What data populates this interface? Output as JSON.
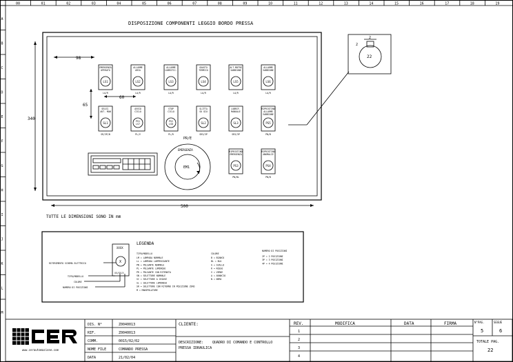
{
  "title": "DISPOSIZIONE COMPONENTI LEGGIO BORDO PRESSA",
  "column_ruler": [
    "00",
    "01",
    "02",
    "03",
    "04",
    "05",
    "06",
    "07",
    "08",
    "09",
    "10",
    "11",
    "12",
    "13",
    "14",
    "15",
    "16",
    "17",
    "18",
    "19"
  ],
  "row_ruler": [
    "A",
    "B",
    "C",
    "D",
    "E",
    "F",
    "G",
    "H",
    "I",
    "J",
    "K",
    "L",
    "M"
  ],
  "dimensions": {
    "width": "500",
    "height": "340",
    "left_offset": "98",
    "col_pitch": "60",
    "row_pitch": "65",
    "detail_a": "2",
    "detail_b": "2",
    "detail_dia": "22"
  },
  "note_units": "TUTTE LE DIMENSIONI SONO IN mm",
  "row1": [
    {
      "label": [
        "EMERGENZA",
        "OPERATO"
      ],
      "code": "LS1",
      "tag": "LA/R"
    },
    {
      "label": [
        "ALLARME",
        "ARIA"
      ],
      "code": "LS2",
      "tag": "LA/R"
    },
    {
      "label": [
        "ALLARME",
        "LUBRIFIC."
      ],
      "code": "LS3",
      "tag": "LA/R"
    },
    {
      "label": [
        "GUASTO",
        "TERMICO"
      ],
      "code": "LS4",
      "tag": "LA/R"
    },
    {
      "label": [
        "ALT.MOTRE",
        "SABBIONE"
      ],
      "code": "LS5",
      "tag": "LA/R"
    },
    {
      "label": [
        "ALLARME",
        "SABBIONE"
      ],
      "code": "LS6",
      "tag": "LA/R"
    }
  ],
  "row2": [
    {
      "label": [
        "SELEZ.",
        "AUT. MAN"
      ],
      "code": "SL1",
      "tag": "SR/3P/N"
    },
    {
      "label": [
        "AVVIO",
        "CICLO"
      ],
      "code": "PS1 LS7",
      "tag": "PL/V"
    },
    {
      "label": [
        "STOP",
        "CICLO"
      ],
      "code": "PS2 LS8",
      "tag": "PL/R"
    },
    {
      "label": [
        "SLITTA",
        "SU  GIU"
      ],
      "code": "SL2",
      "tag": "SR3/3P"
    },
    {
      "label": [
        "LUBRIF.",
        "MANUALE"
      ],
      "code": "SL3",
      "tag": "SR3/3P"
    },
    {
      "label": [
        "RIPRISTINO",
        "ALLARME",
        "SABBIONE"
      ],
      "code": "PS5",
      "tag": "PN/B"
    }
  ],
  "row3": [
    {
      "label": [
        "RIPRISTINO",
        "EMERGENZA"
      ],
      "code": "PS3",
      "tag": "PN/BL"
    },
    {
      "label": [
        "RIPRISTINO",
        "ANOMALIE"
      ],
      "code": "PS4",
      "tag": "PN/B"
    }
  ],
  "emergency": {
    "label": "EMERGENZA",
    "code": "EM1",
    "tag": "PR/E"
  },
  "legend": {
    "title": "LEGENDA",
    "sample_code": "XXXX",
    "sample_mark": "X",
    "sample_tag": "XX/XX/X",
    "ref_label": "RIFERIMENTO SCHEMA ELETTRICO",
    "tipo_label": "TIPO/MODELLO",
    "colore_label": "COLORE",
    "numero_label": "NUMERO DI POSIZIONI",
    "tipo_heading": "TIPO/MODELLO",
    "types": [
      "LM = LAMPADA NORMALE",
      "LL = LAMPADA LAMPEGGIANTE",
      "PN = PULSANTE NORMALE",
      "PL = PULSANTE LUMINOSO",
      "PR = PULSANTE CON RITENUTA",
      "SN = SELETTORE NORMALE",
      "SC = SELETTORE A CHIAVE",
      "SL = SELETTORE LUMINOSO",
      "SR = SELETTORE CON RITORNO IN POSIZIONE ZERO",
      "M = MANIPOLATORE"
    ],
    "colori_heading": "COLORE",
    "colors": [
      "B = BIANCO",
      "BL = BLU",
      "G = GIALLO",
      "R = ROSSO",
      "V = VERDE",
      "A = ARANCIO",
      "N = NERO"
    ],
    "pos_heading": "NUMERO DI POSIZIONI",
    "positions": [
      "2P = 2 POSIZIONI",
      "3P = 3 POSIZIONI",
      "4P = 4 POSIZIONI"
    ]
  },
  "title_block": {
    "website": "www.cerautomazione.com",
    "dis_label": "DIS. N°",
    "dis_value": "Z0040013",
    "rif_label": "RIF.",
    "rif_value": "Z0040013",
    "comm_label": "COMM.",
    "comm_value": "0015/02/02",
    "nome_label": "NOME FILE",
    "nome_value": "COMANDO PRESSA",
    "data_label": "DATA",
    "data_value": "21/02/04",
    "cliente_label": "CLIENTE:",
    "descr_label": "DESCRIZIONE:",
    "descr_value": "QUADRO DI COMANDO E CONTROLLO",
    "descr_value2": "PRESSA IDRAULICA",
    "rev_label": "REV.",
    "rev_numbers": [
      "1",
      "2",
      "3",
      "4"
    ],
    "modifica_label": "MODIFICA",
    "data_col_label": "DATA",
    "firma_label": "FIRMA",
    "npag_label": "N°PAG.",
    "npag_value": "5",
    "segue_label": "SEGUE",
    "segue_value": "6",
    "totale_label": "TOTALE PAG.",
    "totale_value": "22"
  }
}
